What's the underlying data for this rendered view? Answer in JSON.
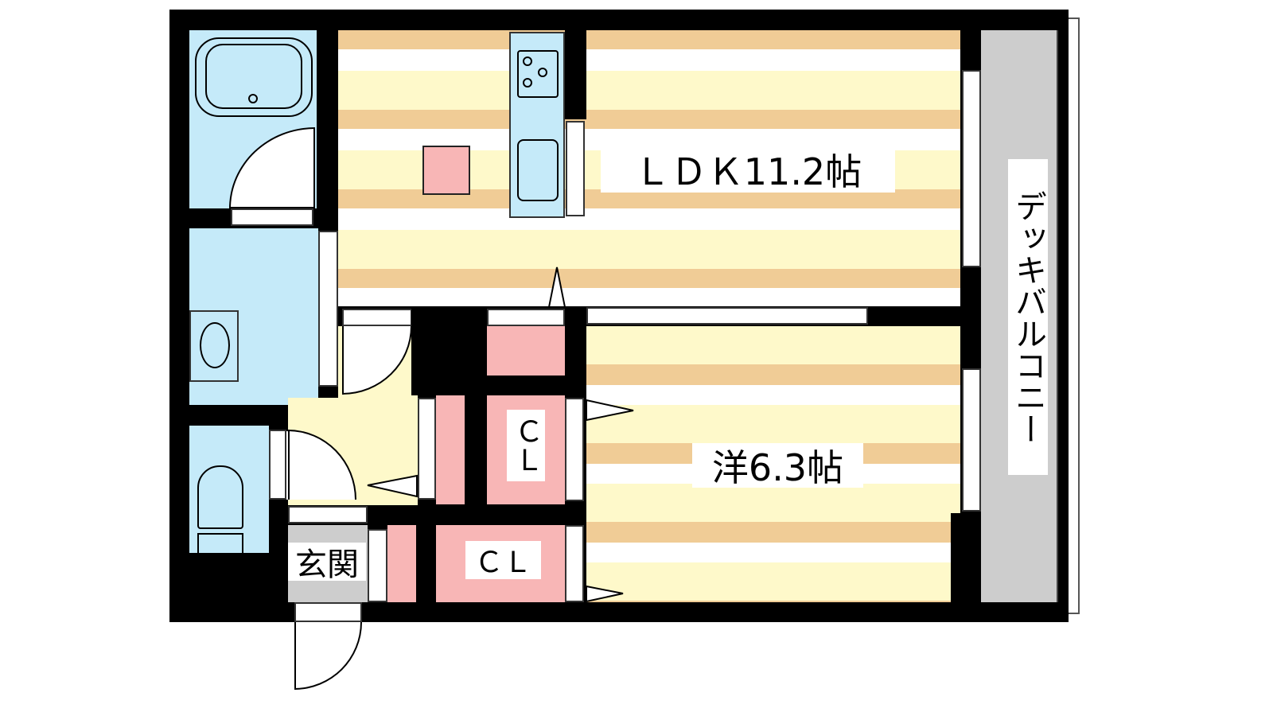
{
  "floor_plan": {
    "rooms": {
      "ldk": {
        "label": "ＬＤＫ11.2帖"
      },
      "western_room": {
        "label": "洋6.3帖"
      },
      "closet_upper": {
        "label": "ＣＬ"
      },
      "closet_lower": {
        "label": "ＣＬ"
      },
      "entrance": {
        "label": "玄関"
      },
      "balcony": {
        "label": "デッキバルコニー"
      }
    },
    "colors": {
      "wall": "#000000",
      "wet_area": "#c5eaf9",
      "closet": "#f8b6b6",
      "floor_tan": "#f0cc96",
      "floor_yellow": "#fef9ca",
      "balcony": "#cdcdcd"
    }
  }
}
